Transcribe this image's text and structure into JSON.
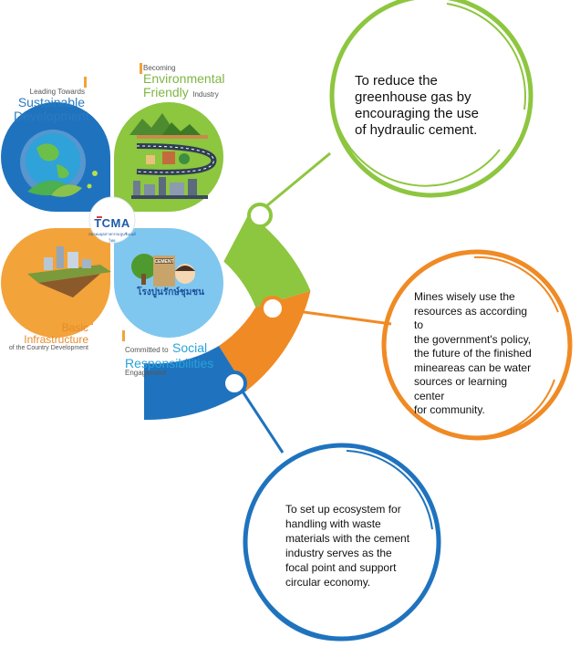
{
  "center_logo": {
    "title": "TCMA",
    "subtitle": "สมาคมอุตสาหกรรมปูนซีเมนต์ไทย"
  },
  "petals": {
    "top_left": {
      "small_top": "Leading Towards",
      "big": "Sustainable",
      "big2": "Development",
      "color": "#2a7bc0"
    },
    "top_right": {
      "small_top": "Becoming",
      "big": "Environmental",
      "big2": "Friendly",
      "small_after": "Industry",
      "color": "#7fb544"
    },
    "bottom_left": {
      "big": "Basic Infrastructure",
      "small_bottom": "of the Country Development",
      "color": "#f2a33a"
    },
    "bottom_right": {
      "small_top": "Committed to",
      "big": "Social",
      "big2": "Responsibilities",
      "small_bottom": "Engagement",
      "thai_label": "โรงปูนรักษ์ชุมชน",
      "bag_label": "CEMENT",
      "color": "#7fc7ee"
    }
  },
  "callouts": [
    {
      "text_lines": [
        "To reduce the",
        "greenhouse gas by",
        "encouraging the use",
        "of hydraulic cement."
      ],
      "color": "#8dc63f"
    },
    {
      "text_lines": [
        "Mines wisely use the",
        "resources as according to",
        "the government's policy,",
        "the future of the finished",
        "mineareas can be water",
        "sources or learning center",
        "for community."
      ],
      "color": "#f08a24"
    },
    {
      "text_lines": [
        "To set up ecosystem for",
        "handling with waste",
        "materials with the cement",
        "industry serves as the",
        "focal point and support",
        "circular economy."
      ],
      "color": "#1f73be"
    }
  ],
  "colors": {
    "green": "#8dc63f",
    "orange": "#f08a24",
    "blue": "#1f73be"
  }
}
